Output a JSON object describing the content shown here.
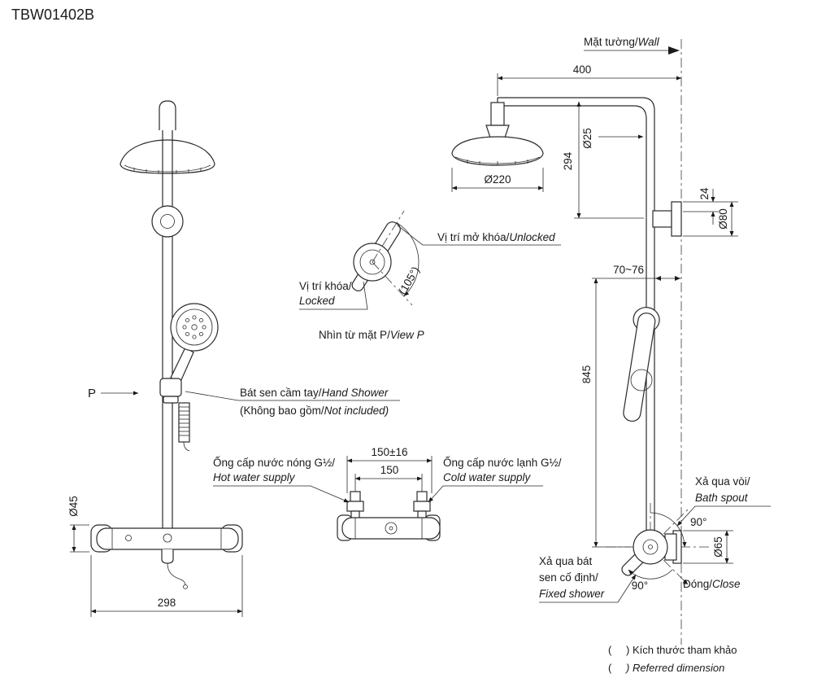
{
  "title": "TBW01402B",
  "left_view": {
    "p_marker": "P",
    "dia45": "Ø45",
    "width298": "298",
    "hand_shower_vi": "Bát sen cầm tay/",
    "hand_shower_en": "Hand Shower",
    "note_vi": "(Không bao gồm/",
    "note_en": "Not included)"
  },
  "detail_view": {
    "unlocked_vi": "Vị trí mở khóa/",
    "unlocked_en": "Unlocked",
    "locked_vi": "Vị trí khóa/",
    "locked_en": "Locked",
    "angle105": "(105°)",
    "caption_vi": "Nhìn từ mặt P/",
    "caption_en": "View P"
  },
  "supply_view": {
    "dim_tol": "150±16",
    "dim_nom": "150",
    "hot_vi": "Ống cấp nước nóng G½/",
    "hot_en": "Hot water supply",
    "cold_vi": "Ống cấp nước lạnh G½/",
    "cold_en": "Cold water supply"
  },
  "side_view": {
    "wall_vi": "Mặt tường/",
    "wall_en": "Wall",
    "dim400": "400",
    "dia25": "Ø25",
    "dim294": "294",
    "dia220": "Ø220",
    "dim24": "24",
    "dia80": "Ø80",
    "range70_76": "70~76",
    "dim845": "845",
    "spout_vi": "Xả qua vòi/",
    "spout_en": "Bath spout",
    "deg90_top": "90°",
    "dia65": "Ø65",
    "fixed_vi1": "Xả qua bát",
    "fixed_vi2": "sen cố định/",
    "fixed_en": "Fixed shower",
    "deg90_bottom": "90°",
    "close_vi": "Đóng/",
    "close_en": "Close"
  },
  "legend": {
    "open1": "(",
    "row1": ") Kích thước tham khảo",
    "open2": "(",
    "row2": ") Referred dimension"
  }
}
